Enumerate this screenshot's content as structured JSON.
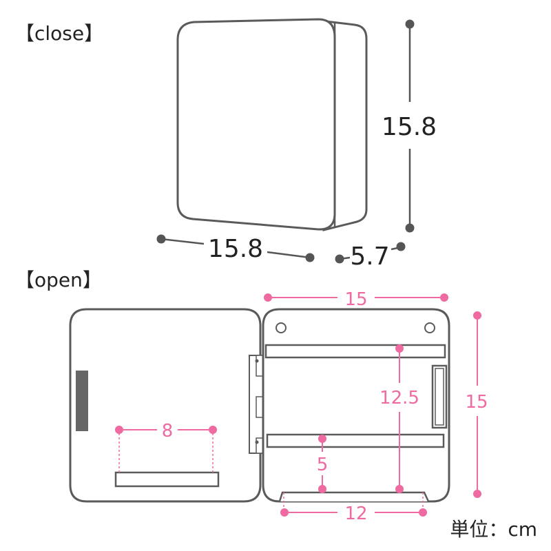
{
  "sections": {
    "close_label": "【close】",
    "open_label": "【open】"
  },
  "dimensions": {
    "close_height": "15.8",
    "close_width": "15.8",
    "close_depth": "5.7",
    "open_width": "15",
    "open_height": "15",
    "inner_height": "12.5",
    "shelf_gap": "5",
    "door_slot_width": "8",
    "bottom_width": "12"
  },
  "unit_label": "単位：cm",
  "colors": {
    "outline": "#5a5a5a",
    "dark_dimension": "#555555",
    "pink_dimension": "#ef6aa0",
    "handle": "#666666"
  }
}
